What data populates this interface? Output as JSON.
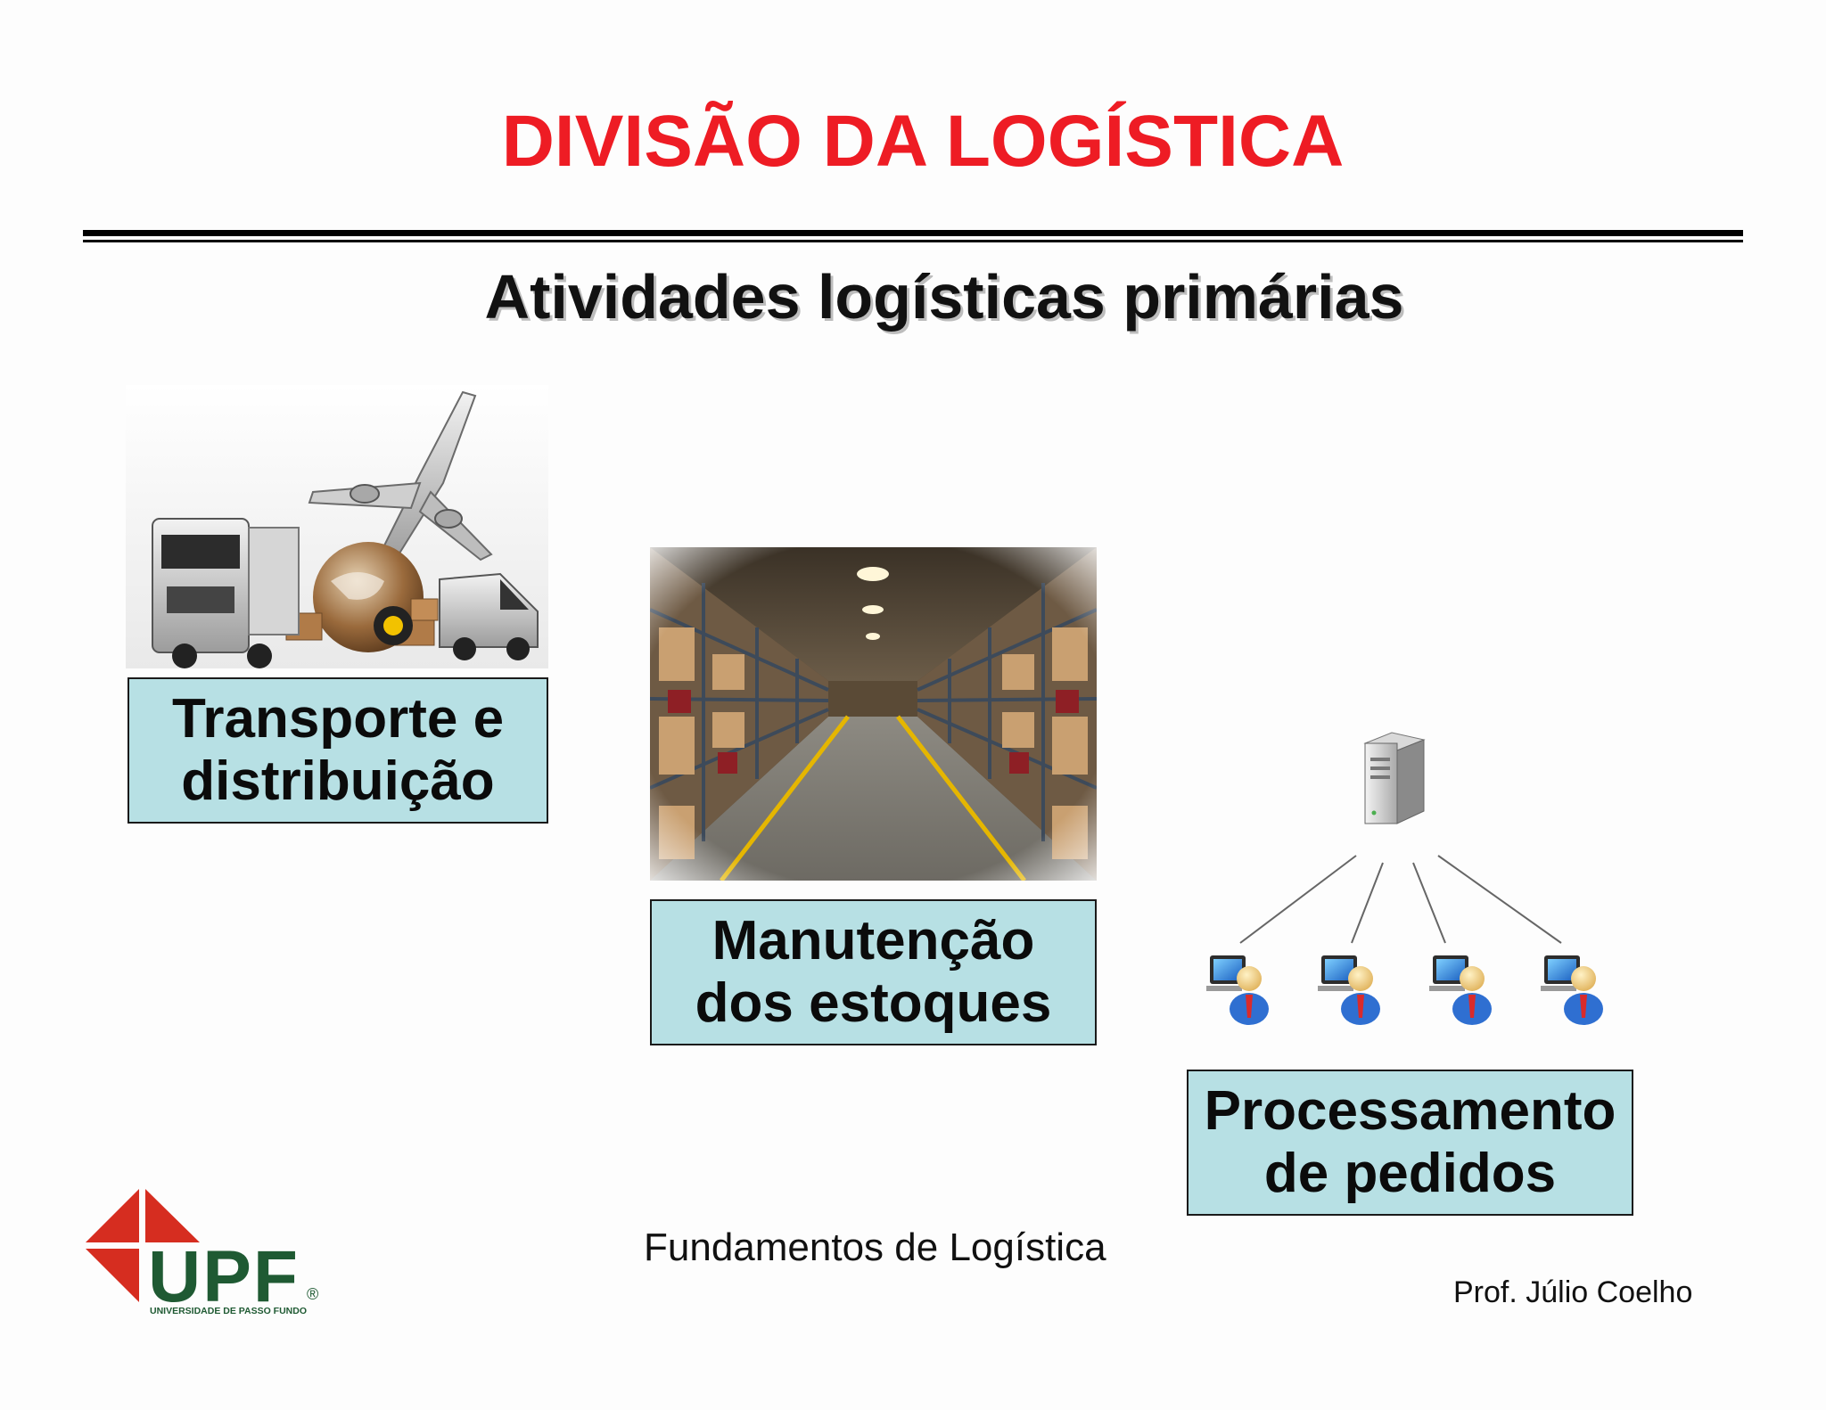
{
  "slide": {
    "title": "DIVISÃO DA LOGÍSTICA",
    "subtitle": "Atividades logísticas primárias"
  },
  "activities": [
    {
      "line1": "Transporte e",
      "line2": "distribuição",
      "image_icon": "airplane-truck-globe-image"
    },
    {
      "line1": "Manutenção",
      "line2": "dos estoques",
      "image_icon": "warehouse-shelves-image"
    },
    {
      "line1": "Processamento",
      "line2": "de pedidos",
      "image_icon": "server-network-users-image"
    }
  ],
  "footer": {
    "course": "Fundamentos de Logística",
    "professor": "Prof. Júlio Coelho"
  },
  "logo": {
    "letters": "UPF",
    "registered": "®",
    "institution": "UNIVERSIDADE DE PASSO FUNDO"
  },
  "colors": {
    "title_red": "#ee1c24",
    "box_fill": "#b7e0e4",
    "logo_red": "#d62d20",
    "logo_green": "#1f5a33"
  }
}
